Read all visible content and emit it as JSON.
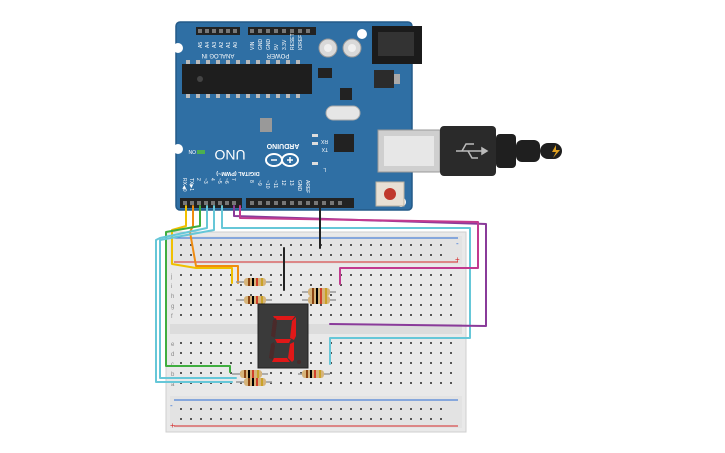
{
  "arduino": {
    "brand": "ARDUINO",
    "model": "UNO",
    "analog_section": "ANALOG IN",
    "analog_pins": [
      "A5",
      "A4",
      "A3",
      "A2",
      "A1",
      "A0"
    ],
    "power_section": "POWER",
    "power_pins": [
      "VIN",
      "GND",
      "GND",
      "5V",
      "3.3V",
      "RESET",
      "IOREF"
    ],
    "digital_section": "DIGITAL (PWM~)",
    "digital_pins_high": [
      "AREF",
      "GND",
      "13",
      "12",
      "~11",
      "~10",
      "~9",
      "8"
    ],
    "digital_pins_low": [
      "7",
      "~6",
      "~5",
      "4",
      "~3",
      "2",
      "TX▶1",
      "RX◀0"
    ],
    "led_labels": [
      "TX",
      "RX",
      "L",
      "ON"
    ]
  },
  "display": {
    "digit": "3",
    "segment_color": "#e01818"
  },
  "breadboard": {
    "rows": [
      "a",
      "b",
      "c",
      "d",
      "e",
      "f",
      "g",
      "h",
      "i",
      "j"
    ],
    "plus": "+",
    "minus": "-"
  },
  "colors": {
    "board": "#2f6fa4",
    "usb": "#2a2a2a",
    "wire_yellow": "#f0c000",
    "wire_orange": "#f08c10",
    "wire_green": "#3fae3f",
    "wire_cyan": "#66c7d8",
    "wire_purple": "#8a3b9a",
    "wire_magenta": "#c23a8f",
    "wire_black": "#222222"
  }
}
